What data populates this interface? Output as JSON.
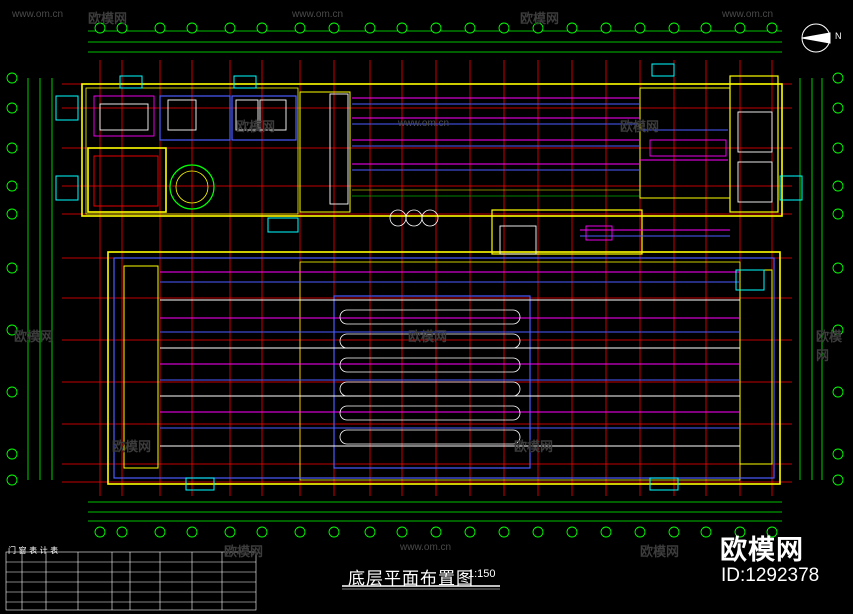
{
  "drawing": {
    "title": "底层平面布置图",
    "scale": "1:150",
    "north_label": "N",
    "legend_title": "门 窗 表 计 表"
  },
  "watermark": {
    "site": "www.om.cn",
    "brand": "欧模网",
    "brand_big": "欧模网",
    "id": "ID:1292378"
  },
  "colors": {
    "background": "#000000",
    "walls": "#ffff00",
    "axes": "#ff0000",
    "dims": "#00ff00",
    "blue": "#4a5cff",
    "cyan": "#00ffff",
    "magenta": "#ff00ff",
    "white": "#ffffff"
  }
}
